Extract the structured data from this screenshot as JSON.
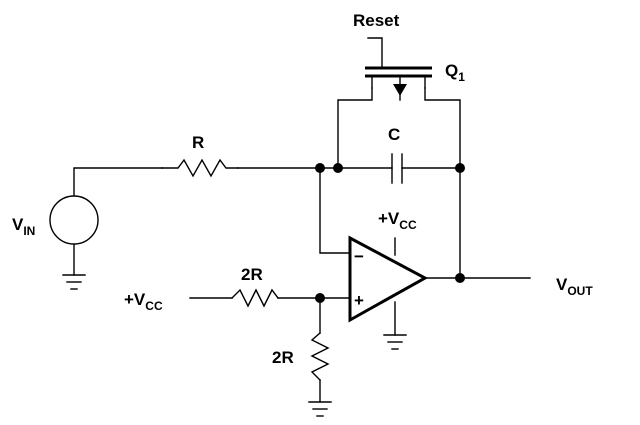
{
  "labels": {
    "reset": "Reset",
    "q1_main": "Q",
    "q1_sub": "1",
    "r": "R",
    "c": "C",
    "vin_main": "V",
    "vin_sub": "IN",
    "vcc_top_main": "+V",
    "vcc_top_sub": "CC",
    "vcc_left_main": "+V",
    "vcc_left_sub": "CC",
    "r2_top": "2R",
    "r2_bottom": "2R",
    "vout_main": "V",
    "vout_sub": "OUT",
    "opamp_minus": "−",
    "opamp_plus": "+"
  }
}
